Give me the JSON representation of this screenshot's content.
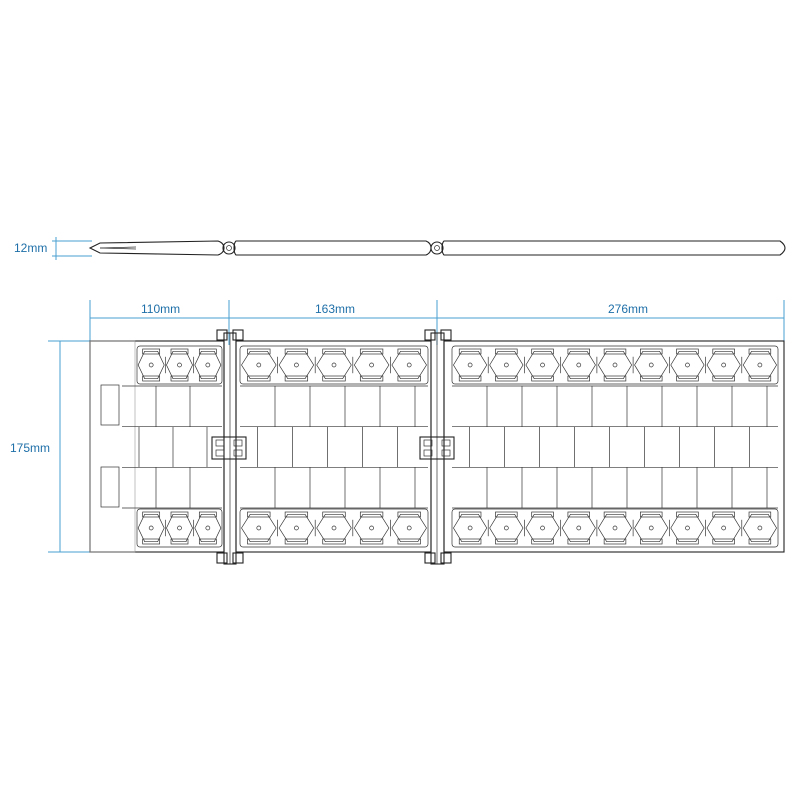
{
  "dimensions": {
    "thickness": "12mm",
    "section_1_width": "110mm",
    "section_2_width": "163mm",
    "section_3_width": "276mm",
    "height": "175mm"
  },
  "colors": {
    "dimension": "#1e6fa8",
    "dimension_line": "#4a9fd0",
    "outline": "#222222"
  }
}
